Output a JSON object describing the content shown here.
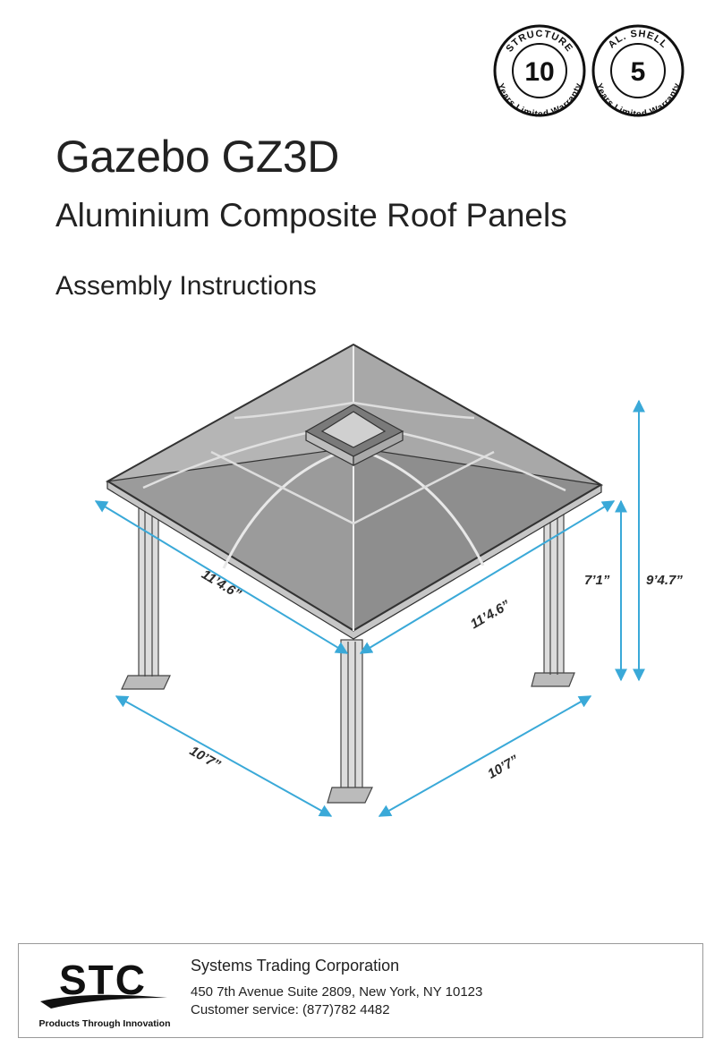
{
  "warranty": {
    "structure": {
      "label": "STRUCTURE",
      "years": "10",
      "caption": "Years Limited Warranty"
    },
    "shell": {
      "label": "AL. SHELL",
      "years": "5",
      "caption": "Years Limited Warranty"
    }
  },
  "title": {
    "product": "Gazebo GZ3D",
    "subtitle": "Aluminium Composite Roof Panels",
    "doc_type": "Assembly Instructions"
  },
  "dimensions": {
    "roof_left": "11’4.6”",
    "roof_right": "11’4.6”",
    "base_left": "10’7”",
    "base_right": "10’7”",
    "post_height": "7’1”",
    "total_height": "9’4.7”"
  },
  "colors": {
    "dimension_accent": "#3aa9d8",
    "roof_fill": "#9b9b9b"
  },
  "footer": {
    "logo_text": "STC",
    "logo_tagline": "Products Through Innovation",
    "company": "Systems Trading Corporation",
    "address": "450 7th Avenue Suite 2809, New York, NY 10123",
    "service": "Customer service: (877)782 4482"
  }
}
